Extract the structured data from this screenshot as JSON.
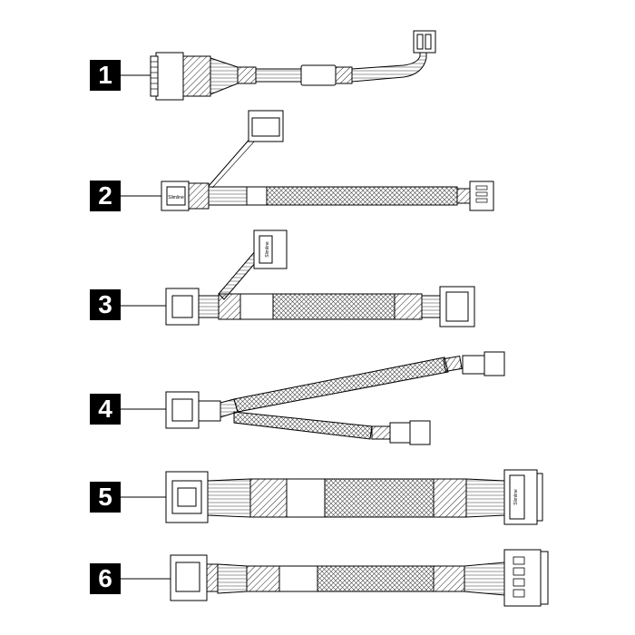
{
  "callouts": [
    "1",
    "2",
    "3",
    "4",
    "5",
    "6"
  ],
  "connector_labels": {
    "c2_left": "Slimline",
    "c3_branch": "Slimline",
    "c5_right": "Slimline"
  }
}
